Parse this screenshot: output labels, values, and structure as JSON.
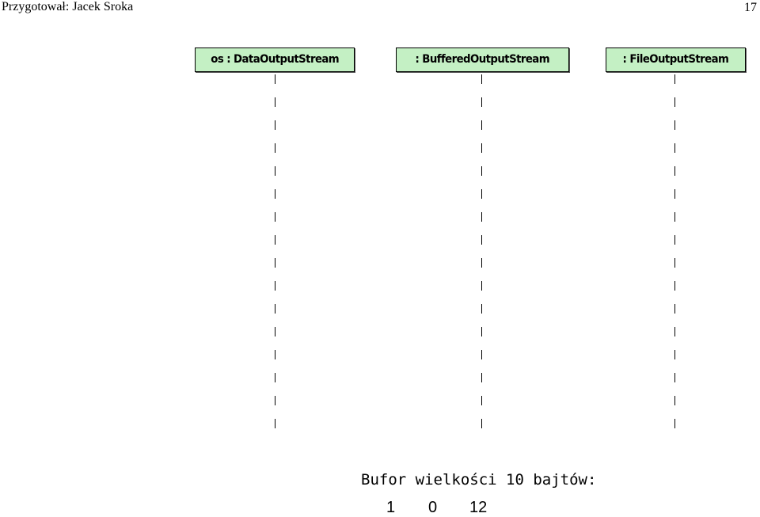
{
  "header": {
    "author": "Przygotował: Jacek Sroka",
    "page_number": "17"
  },
  "diagram": {
    "lifelines": [
      {
        "label": "os : DataOutputStream"
      },
      {
        "label": ": BufferedOutputStream"
      },
      {
        "label": ": FileOutputStream"
      }
    ],
    "box_color": "#c4f0c4"
  },
  "buffer": {
    "caption": "Bufor wielkości 10 bajtów:",
    "values": [
      "1",
      "0",
      "12"
    ]
  }
}
